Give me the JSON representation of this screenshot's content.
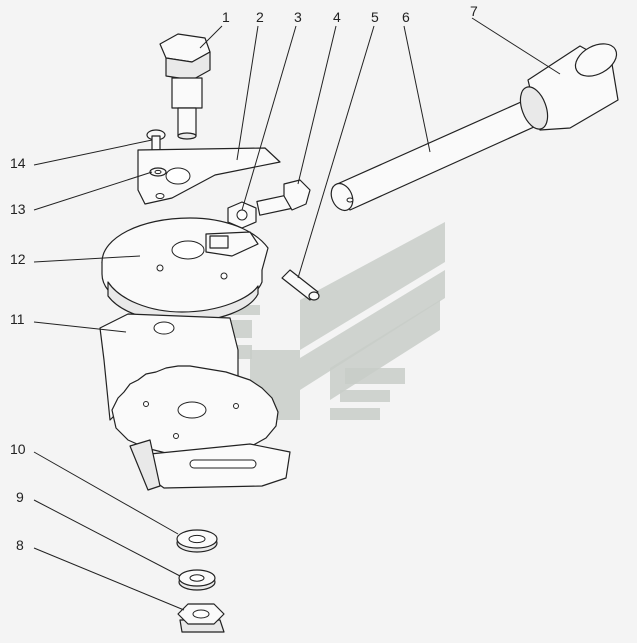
{
  "diagram": {
    "callouts": [
      {
        "id": "1",
        "label": "1"
      },
      {
        "id": "2",
        "label": "2"
      },
      {
        "id": "3",
        "label": "3"
      },
      {
        "id": "4",
        "label": "4"
      },
      {
        "id": "5",
        "label": "5"
      },
      {
        "id": "6",
        "label": "6"
      },
      {
        "id": "7",
        "label": "7"
      },
      {
        "id": "8",
        "label": "8"
      },
      {
        "id": "9",
        "label": "9"
      },
      {
        "id": "10",
        "label": "10"
      },
      {
        "id": "11",
        "label": "11"
      },
      {
        "id": "12",
        "label": "12"
      },
      {
        "id": "13",
        "label": "13"
      },
      {
        "id": "14",
        "label": "14"
      }
    ],
    "watermark": "logo-chevron-mark",
    "colors": {
      "line": "#222222",
      "part_fill": "#fafafa",
      "watermark": "#c8ccc8",
      "background": "#f4f4f4"
    }
  }
}
